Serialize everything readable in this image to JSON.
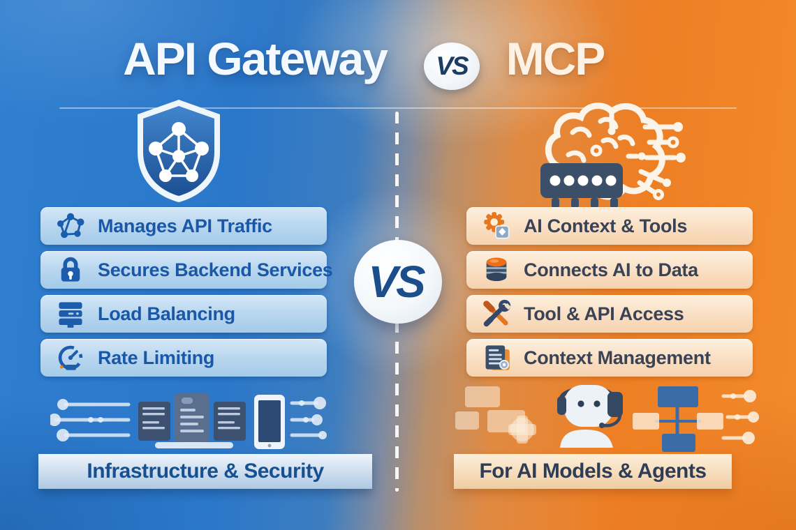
{
  "title": {
    "left": "API Gateway",
    "badge": "VS",
    "right": "MCP"
  },
  "center_badge": "VS",
  "left_panel": {
    "theme_color": "#2a76c9",
    "header_icon": "shield-network-icon",
    "items": [
      {
        "icon": "network-nodes-icon",
        "label": "Manages API Traffic"
      },
      {
        "icon": "padlock-icon",
        "label": "Secures Backend Services"
      },
      {
        "icon": "server-stack-icon",
        "label": "Load Balancing"
      },
      {
        "icon": "gauge-icon",
        "label": "Rate Limiting"
      }
    ],
    "footer_art_icons": [
      "circuit-lines-icon",
      "server-monitor-icon",
      "smartphone-icon"
    ],
    "footer_label": "Infrastructure & Security",
    "row_color": "#b6d5ee",
    "text_color": "#1a57a7"
  },
  "right_panel": {
    "theme_color": "#f0821f",
    "header_icon": "brain-circuit-chip-icon",
    "items": [
      {
        "icon": "gear-ai-tool-icon",
        "label": "AI Context & Tools"
      },
      {
        "icon": "database-icon",
        "label": "Connects AI to Data"
      },
      {
        "icon": "wrench-screwdriver-icon",
        "label": "Tool & API Access"
      },
      {
        "icon": "document-icon",
        "label": "Context Management"
      }
    ],
    "footer_art_icons": [
      "flowchart-ghost-icon",
      "robot-headset-icon",
      "flowchart-blue-icon",
      "circuit-dots-icon"
    ],
    "footer_label": "For AI Models & Agents",
    "row_color": "#f9ddc0",
    "text_color": "#3a4355"
  },
  "colors": {
    "left_background": "#2b77c9",
    "right_background": "#f0821f",
    "divider": "#ffffff",
    "vs_text": "#1d4e8c",
    "icon_blue": "#1b5cad",
    "icon_navy": "#3b4f69",
    "icon_orange": "#e8761f"
  }
}
